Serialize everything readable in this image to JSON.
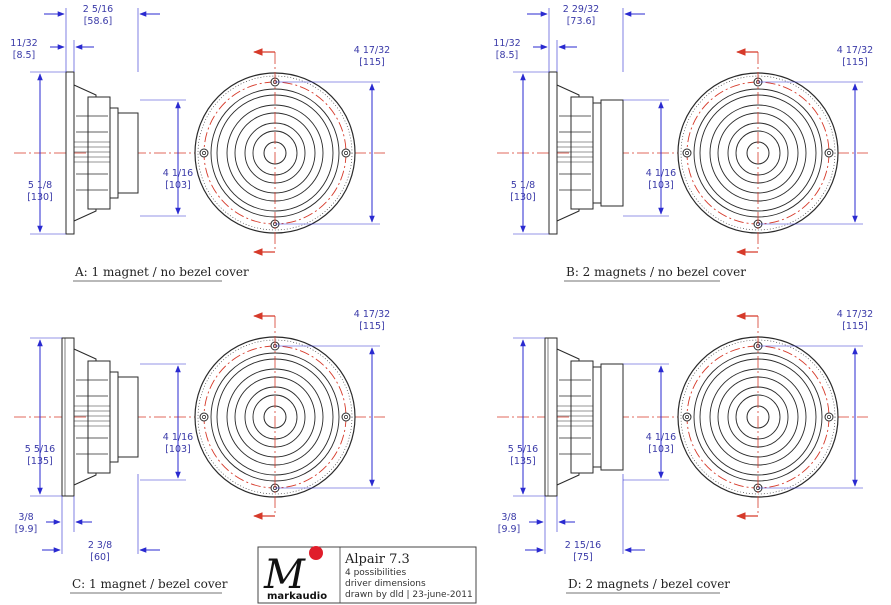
{
  "colors": {
    "line": "#2a2a2a",
    "dimension": "#2a2ad0",
    "dimension_text": "#3a3aa8",
    "centerline": "#d63a2a",
    "logo_dot": "#e01d2a"
  },
  "panels": [
    {
      "caption": "A: 1 magnet / no bezel cover",
      "dims": {
        "depth": {
          "frac": "2 5/16",
          "mm": "[58.6]"
        },
        "flange": {
          "frac": "11/32",
          "mm": "[8.5]"
        },
        "cone": {
          "frac": "4 1/16",
          "mm": "[103]"
        },
        "height": {
          "frac": "5 1/8",
          "mm": "[130]"
        },
        "mount": {
          "frac": "4 17/32",
          "mm": "[115]"
        }
      }
    },
    {
      "caption": "B: 2 magnets / no bezel cover",
      "dims": {
        "depth": {
          "frac": "2 29/32",
          "mm": "[73.6]"
        },
        "flange": {
          "frac": "11/32",
          "mm": "[8.5]"
        },
        "cone": {
          "frac": "4 1/16",
          "mm": "[103]"
        },
        "height": {
          "frac": "5 1/8",
          "mm": "[130]"
        },
        "mount": {
          "frac": "4 17/32",
          "mm": "[115]"
        }
      }
    },
    {
      "caption": "C: 1 magnet / bezel cover",
      "dims": {
        "depth": {
          "frac": "2 3/8",
          "mm": "[60]"
        },
        "flange": {
          "frac": "3/8",
          "mm": "[9.9]"
        },
        "cone": {
          "frac": "4 1/16",
          "mm": "[103]"
        },
        "height": {
          "frac": "5 5/16",
          "mm": "[135]"
        },
        "mount": {
          "frac": "4 17/32",
          "mm": "[115]"
        }
      }
    },
    {
      "caption": "D: 2 magnets / bezel cover",
      "dims": {
        "depth": {
          "frac": "2 15/16",
          "mm": "[75]"
        },
        "flange": {
          "frac": "3/8",
          "mm": "[9.9]"
        },
        "cone": {
          "frac": "4 1/16",
          "mm": "[103]"
        },
        "height": {
          "frac": "5 5/16",
          "mm": "[135]"
        },
        "mount": {
          "frac": "4 17/32",
          "mm": "[115]"
        }
      }
    }
  ],
  "title_block": {
    "logo_text": "markaudio",
    "logo_letter": "M",
    "title": "Alpair 7.3",
    "line1": "4 possibilities",
    "line2": "driver dimensions",
    "line3": "drawn by dld | 23-june-2011"
  }
}
